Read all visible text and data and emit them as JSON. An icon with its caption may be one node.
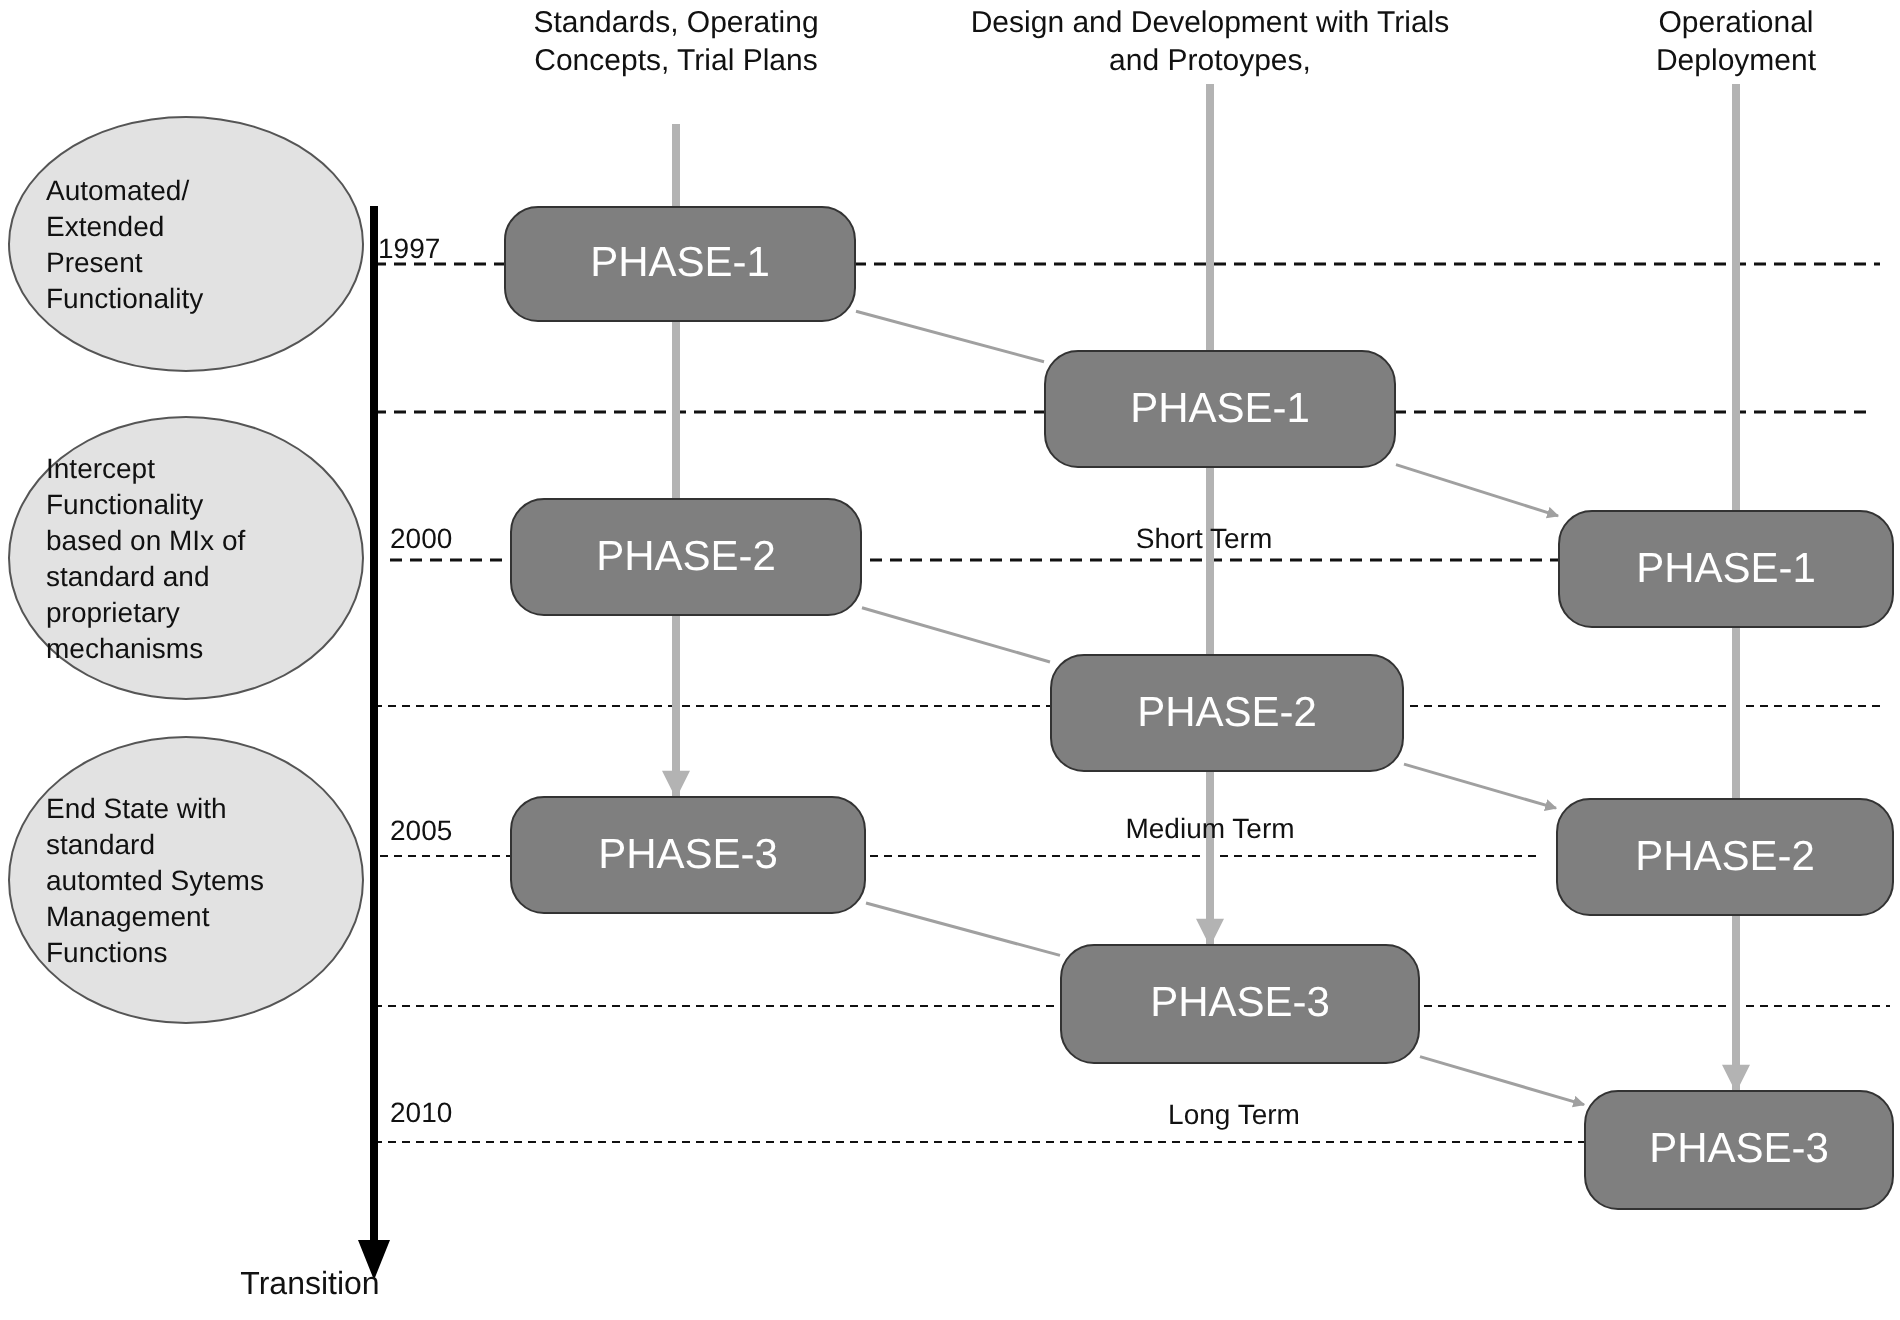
{
  "diagram": {
    "nodes": [
      {
        "text": [
          "Standards, Operating Concepts, Trial Plans"
        ]
      },
      {
        "text": [
          "Design and Development with Trials and Protoypes,"
        ]
      },
      {
        "text": [
          "Operational Deployment"
        ]
      },
      {
        "text": [
          "Automated/ Extended Present Functionality"
        ]
      },
      {
        "text": [
          "Intercept Functionality based on MIx of standard and proprietary mechanisms"
        ]
      },
      {
        "text": [
          "End State with standard automted Sytems Management Functions"
        ]
      },
      {
        "text": [
          "PHASE-1"
        ]
      },
      {
        "text": [
          "PHASE-1"
        ]
      },
      {
        "text": [
          "PHASE-2"
        ]
      },
      {
        "text": [
          "PHASE-1"
        ]
      },
      {
        "text": [
          "PHASE-2"
        ]
      },
      {
        "text": [
          "PHASE-3"
        ]
      },
      {
        "text": [
          "PHASE-2"
        ]
      },
      {
        "text": [
          "PHASE-3"
        ]
      },
      {
        "text": [
          "PHASE-3"
        ]
      }
    ],
    "edges": [
      {
        "from": 0,
        "to": 6,
        "arrow": "none"
      },
      {
        "from": 6,
        "to": 8,
        "arrow": "none"
      },
      {
        "from": 8,
        "to": 11,
        "arrow": "to"
      },
      {
        "from": 1,
        "to": 7,
        "arrow": "none"
      },
      {
        "from": 7,
        "to": 10,
        "arrow": "none"
      },
      {
        "from": 10,
        "to": 13,
        "arrow": "to"
      },
      {
        "from": 2,
        "to": 9,
        "arrow": "none"
      },
      {
        "from": 9,
        "to": 12,
        "arrow": "none"
      },
      {
        "from": 12,
        "to": 14,
        "arrow": "to"
      },
      {
        "from": 6,
        "to": 7,
        "arrow": "none"
      },
      {
        "from": 7,
        "to": 9,
        "arrow": "to"
      },
      {
        "from": 8,
        "to": 10,
        "arrow": "none"
      },
      {
        "from": 10,
        "to": 12,
        "arrow": "to"
      },
      {
        "from": 11,
        "to": 13,
        "arrow": "none"
      },
      {
        "from": 13,
        "to": 14,
        "arrow": "to"
      }
    ],
    "labels": [
      "1997",
      "2000",
      "Short Term",
      "2005",
      "Medium Term",
      "2010",
      "Long Term",
      "Transition"
    ]
  }
}
